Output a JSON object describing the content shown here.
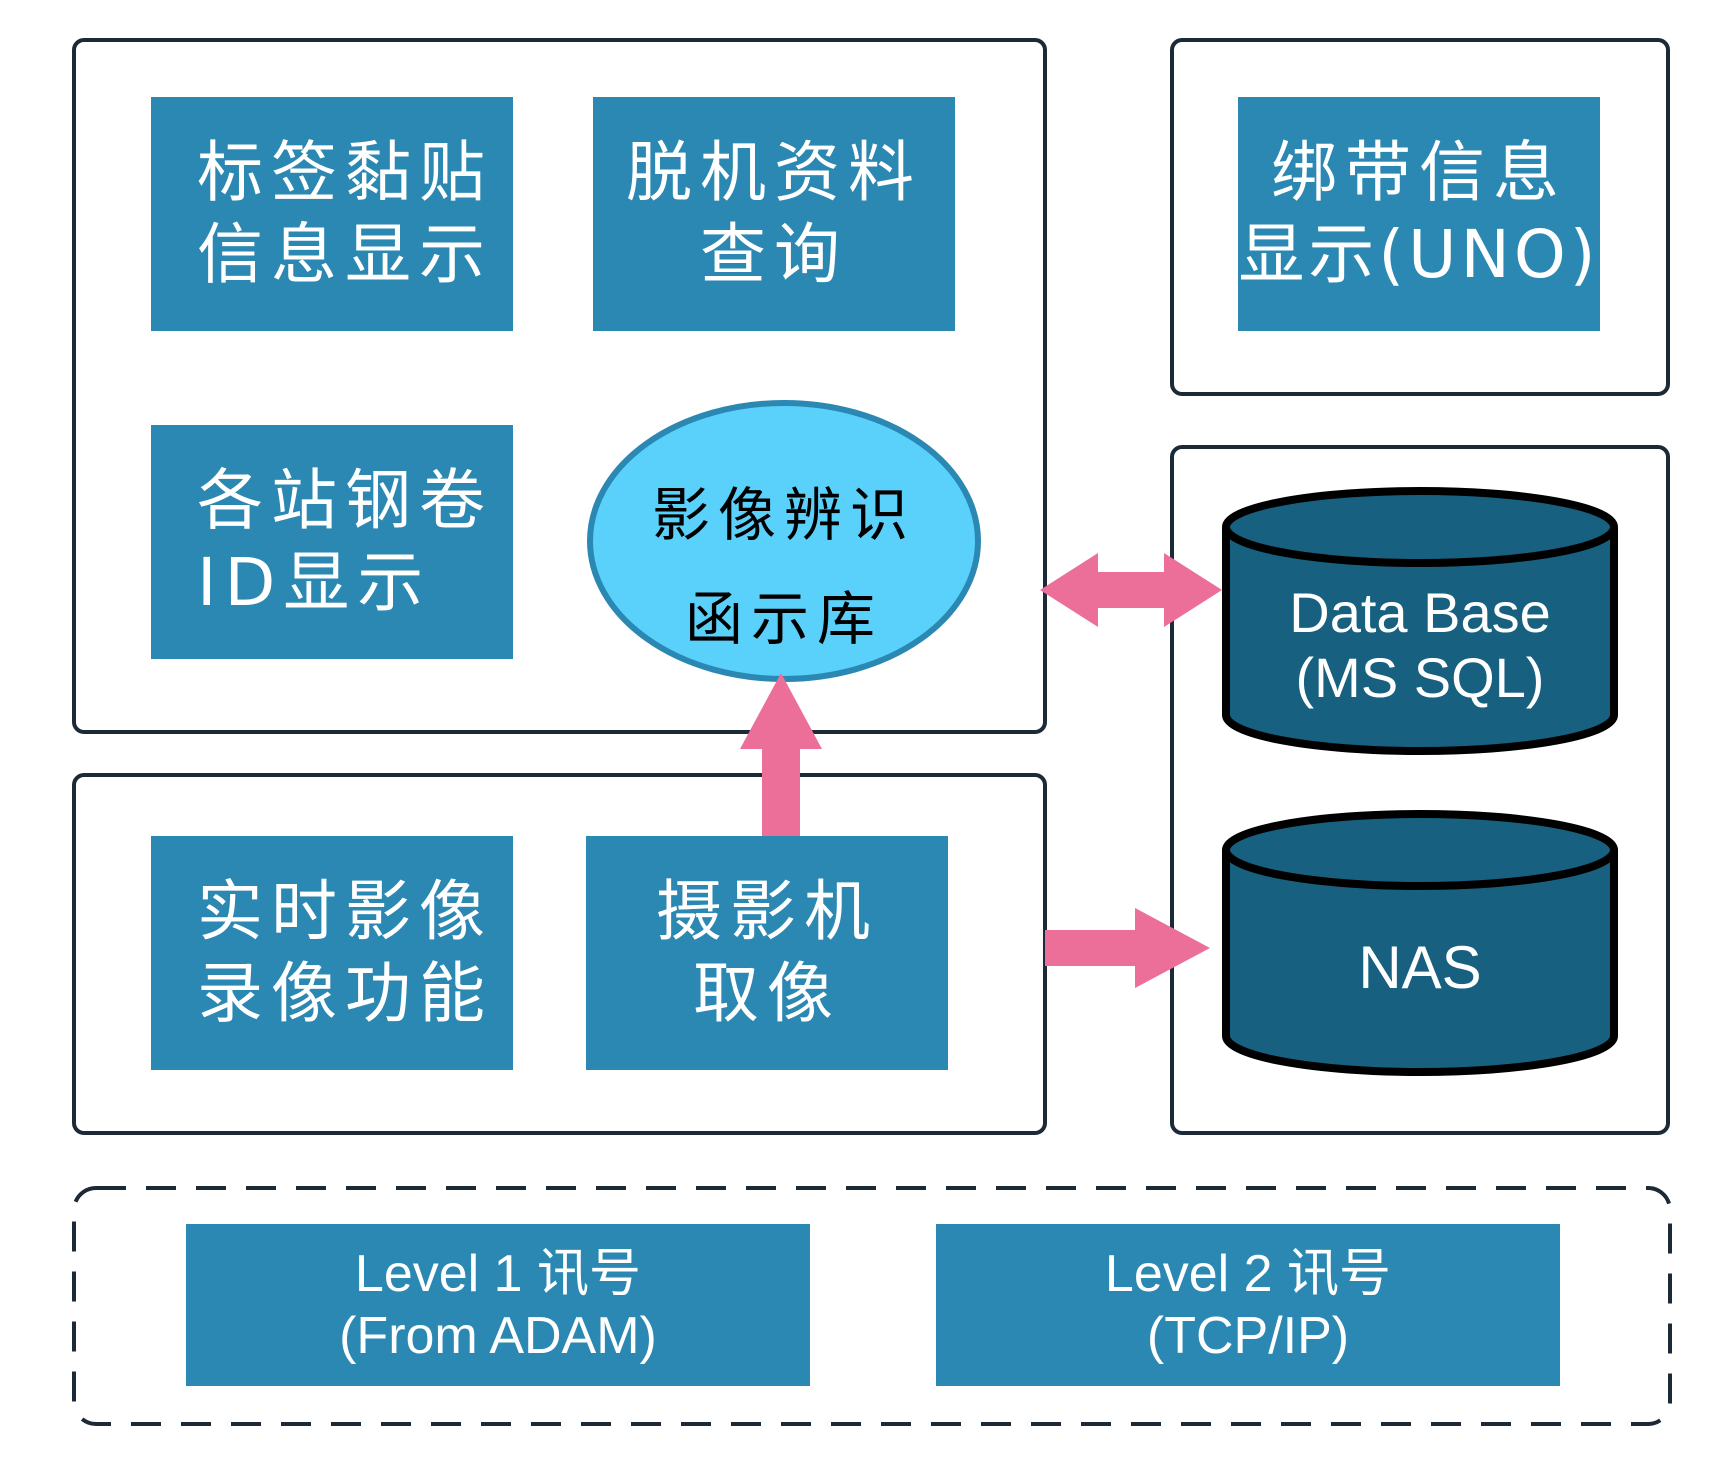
{
  "boxes": {
    "label_info": {
      "line1": "标签黏贴",
      "line2": "信息显示"
    },
    "offline_query": {
      "line1": "脱机资料",
      "line2": "查询"
    },
    "strap_info": {
      "line1": "绑带信息",
      "line2": "显示(UNO)"
    },
    "coil_id": {
      "line1": "各站钢卷",
      "line2": "ID显示"
    },
    "realtime_record": {
      "line1": "实时影像",
      "line2": "录像功能"
    },
    "camera_capture": {
      "line1": "摄影机",
      "line2": "取像"
    }
  },
  "ellipse": {
    "line1": "影像辨识",
    "line2": "函示库"
  },
  "databases": {
    "main_db": {
      "line1": "Data Base",
      "line2": "(MS SQL)"
    },
    "nas": {
      "label": "NAS"
    }
  },
  "signals": {
    "level1": {
      "line1": "Level 1 讯号",
      "line2": "(From ADAM)"
    },
    "level2": {
      "line1": "Level 2 讯号",
      "line2": "(TCP/IP)"
    }
  },
  "colors": {
    "box_fill": "#2b88b2",
    "db_fill": "#17607f",
    "ellipse_fill": "#5ad1fb",
    "arrow": "#ec6f9a",
    "border": "#1b2a36"
  }
}
